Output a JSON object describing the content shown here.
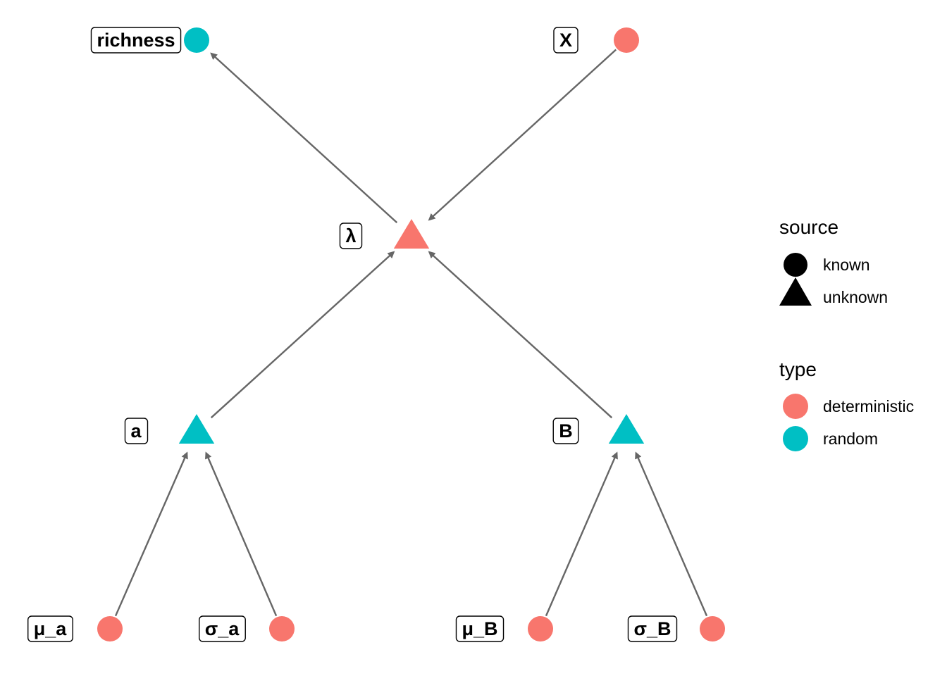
{
  "colors": {
    "deterministic": "#F8766D",
    "random": "#00BFC4",
    "edge": "#666666",
    "legend_shape": "#000000"
  },
  "nodes": [
    {
      "id": "richness",
      "label": "richness",
      "source": "known",
      "type": "random"
    },
    {
      "id": "X",
      "label": "X",
      "source": "known",
      "type": "deterministic"
    },
    {
      "id": "lambda",
      "label": "λ",
      "source": "unknown",
      "type": "deterministic"
    },
    {
      "id": "a",
      "label": "a",
      "source": "unknown",
      "type": "random"
    },
    {
      "id": "B",
      "label": "B",
      "source": "unknown",
      "type": "random"
    },
    {
      "id": "mu_a",
      "label": "μ_a",
      "source": "known",
      "type": "deterministic"
    },
    {
      "id": "sigma_a",
      "label": "σ_a",
      "source": "known",
      "type": "deterministic"
    },
    {
      "id": "mu_B",
      "label": "μ_B",
      "source": "known",
      "type": "deterministic"
    },
    {
      "id": "sigma_B",
      "label": "σ_B",
      "source": "known",
      "type": "deterministic"
    }
  ],
  "edges": [
    {
      "from": "lambda",
      "to": "richness"
    },
    {
      "from": "X",
      "to": "lambda"
    },
    {
      "from": "a",
      "to": "lambda"
    },
    {
      "from": "B",
      "to": "lambda"
    },
    {
      "from": "mu_a",
      "to": "a"
    },
    {
      "from": "sigma_a",
      "to": "a"
    },
    {
      "from": "mu_B",
      "to": "B"
    },
    {
      "from": "sigma_B",
      "to": "B"
    }
  ],
  "legend": {
    "source": {
      "title": "source",
      "items": [
        {
          "label": "known",
          "shape": "circle-icon"
        },
        {
          "label": "unknown",
          "shape": "triangle-icon"
        }
      ]
    },
    "type": {
      "title": "type",
      "items": [
        {
          "label": "deterministic",
          "color_key": "deterministic"
        },
        {
          "label": "random",
          "color_key": "random"
        }
      ]
    }
  }
}
